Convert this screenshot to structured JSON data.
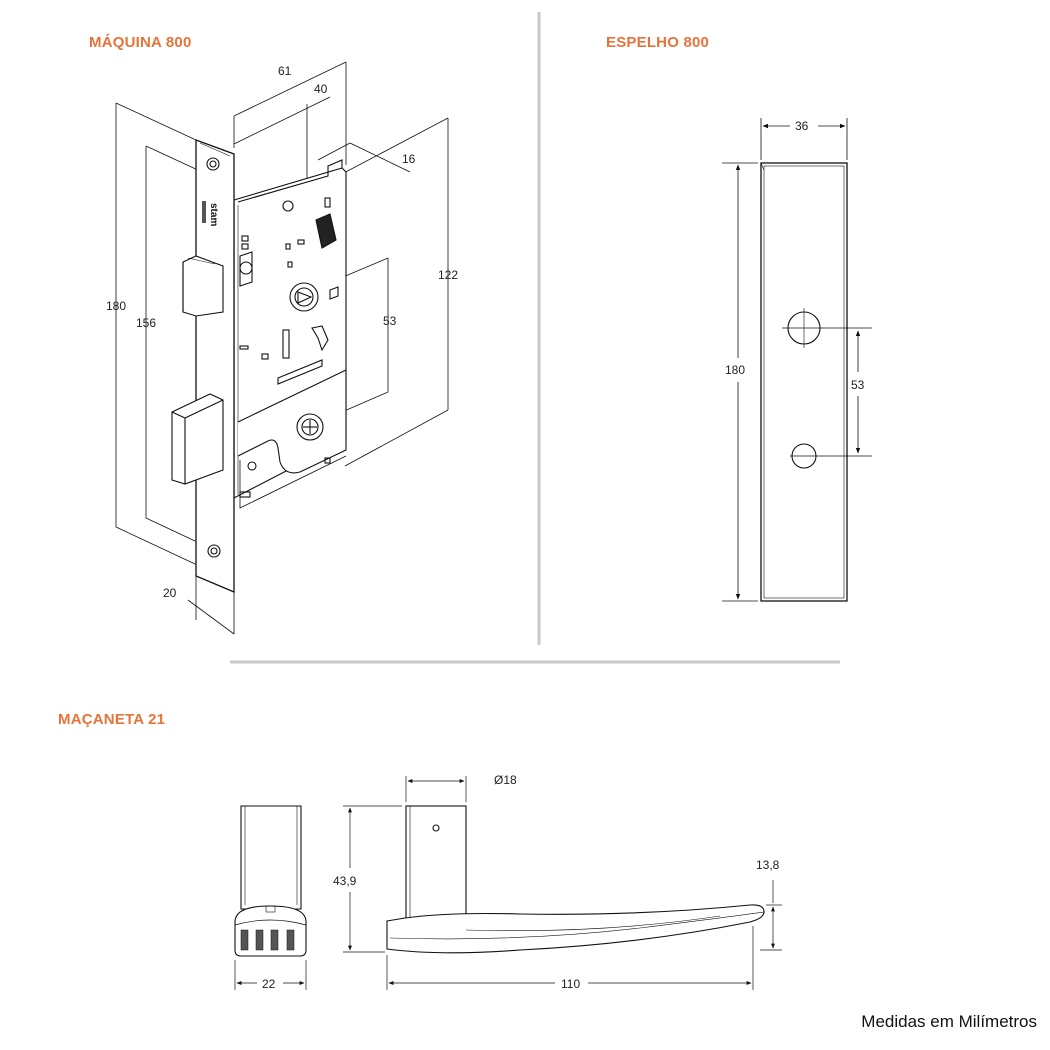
{
  "sections": {
    "maquina": "MÁQUINA 800",
    "espelho": "ESPELHO 800",
    "macaneta": "MAÇANETA 21"
  },
  "maquina_dims": {
    "width_61": "61",
    "backset_40": "40",
    "depth_16": "16",
    "height_122": "122",
    "distance_53": "53",
    "height_180": "180",
    "height_156": "156",
    "faceplate_20": "20"
  },
  "maquina_brand": "stam",
  "espelho_dims": {
    "width_36": "36",
    "height_180": "180",
    "distance_53": "53"
  },
  "macaneta_dims": {
    "diameter_18": "Ø18",
    "height_43_9": "43,9",
    "tip_13_8": "13,8",
    "base_22": "22",
    "length_110": "110"
  },
  "footer": "Medidas em Milímetros"
}
